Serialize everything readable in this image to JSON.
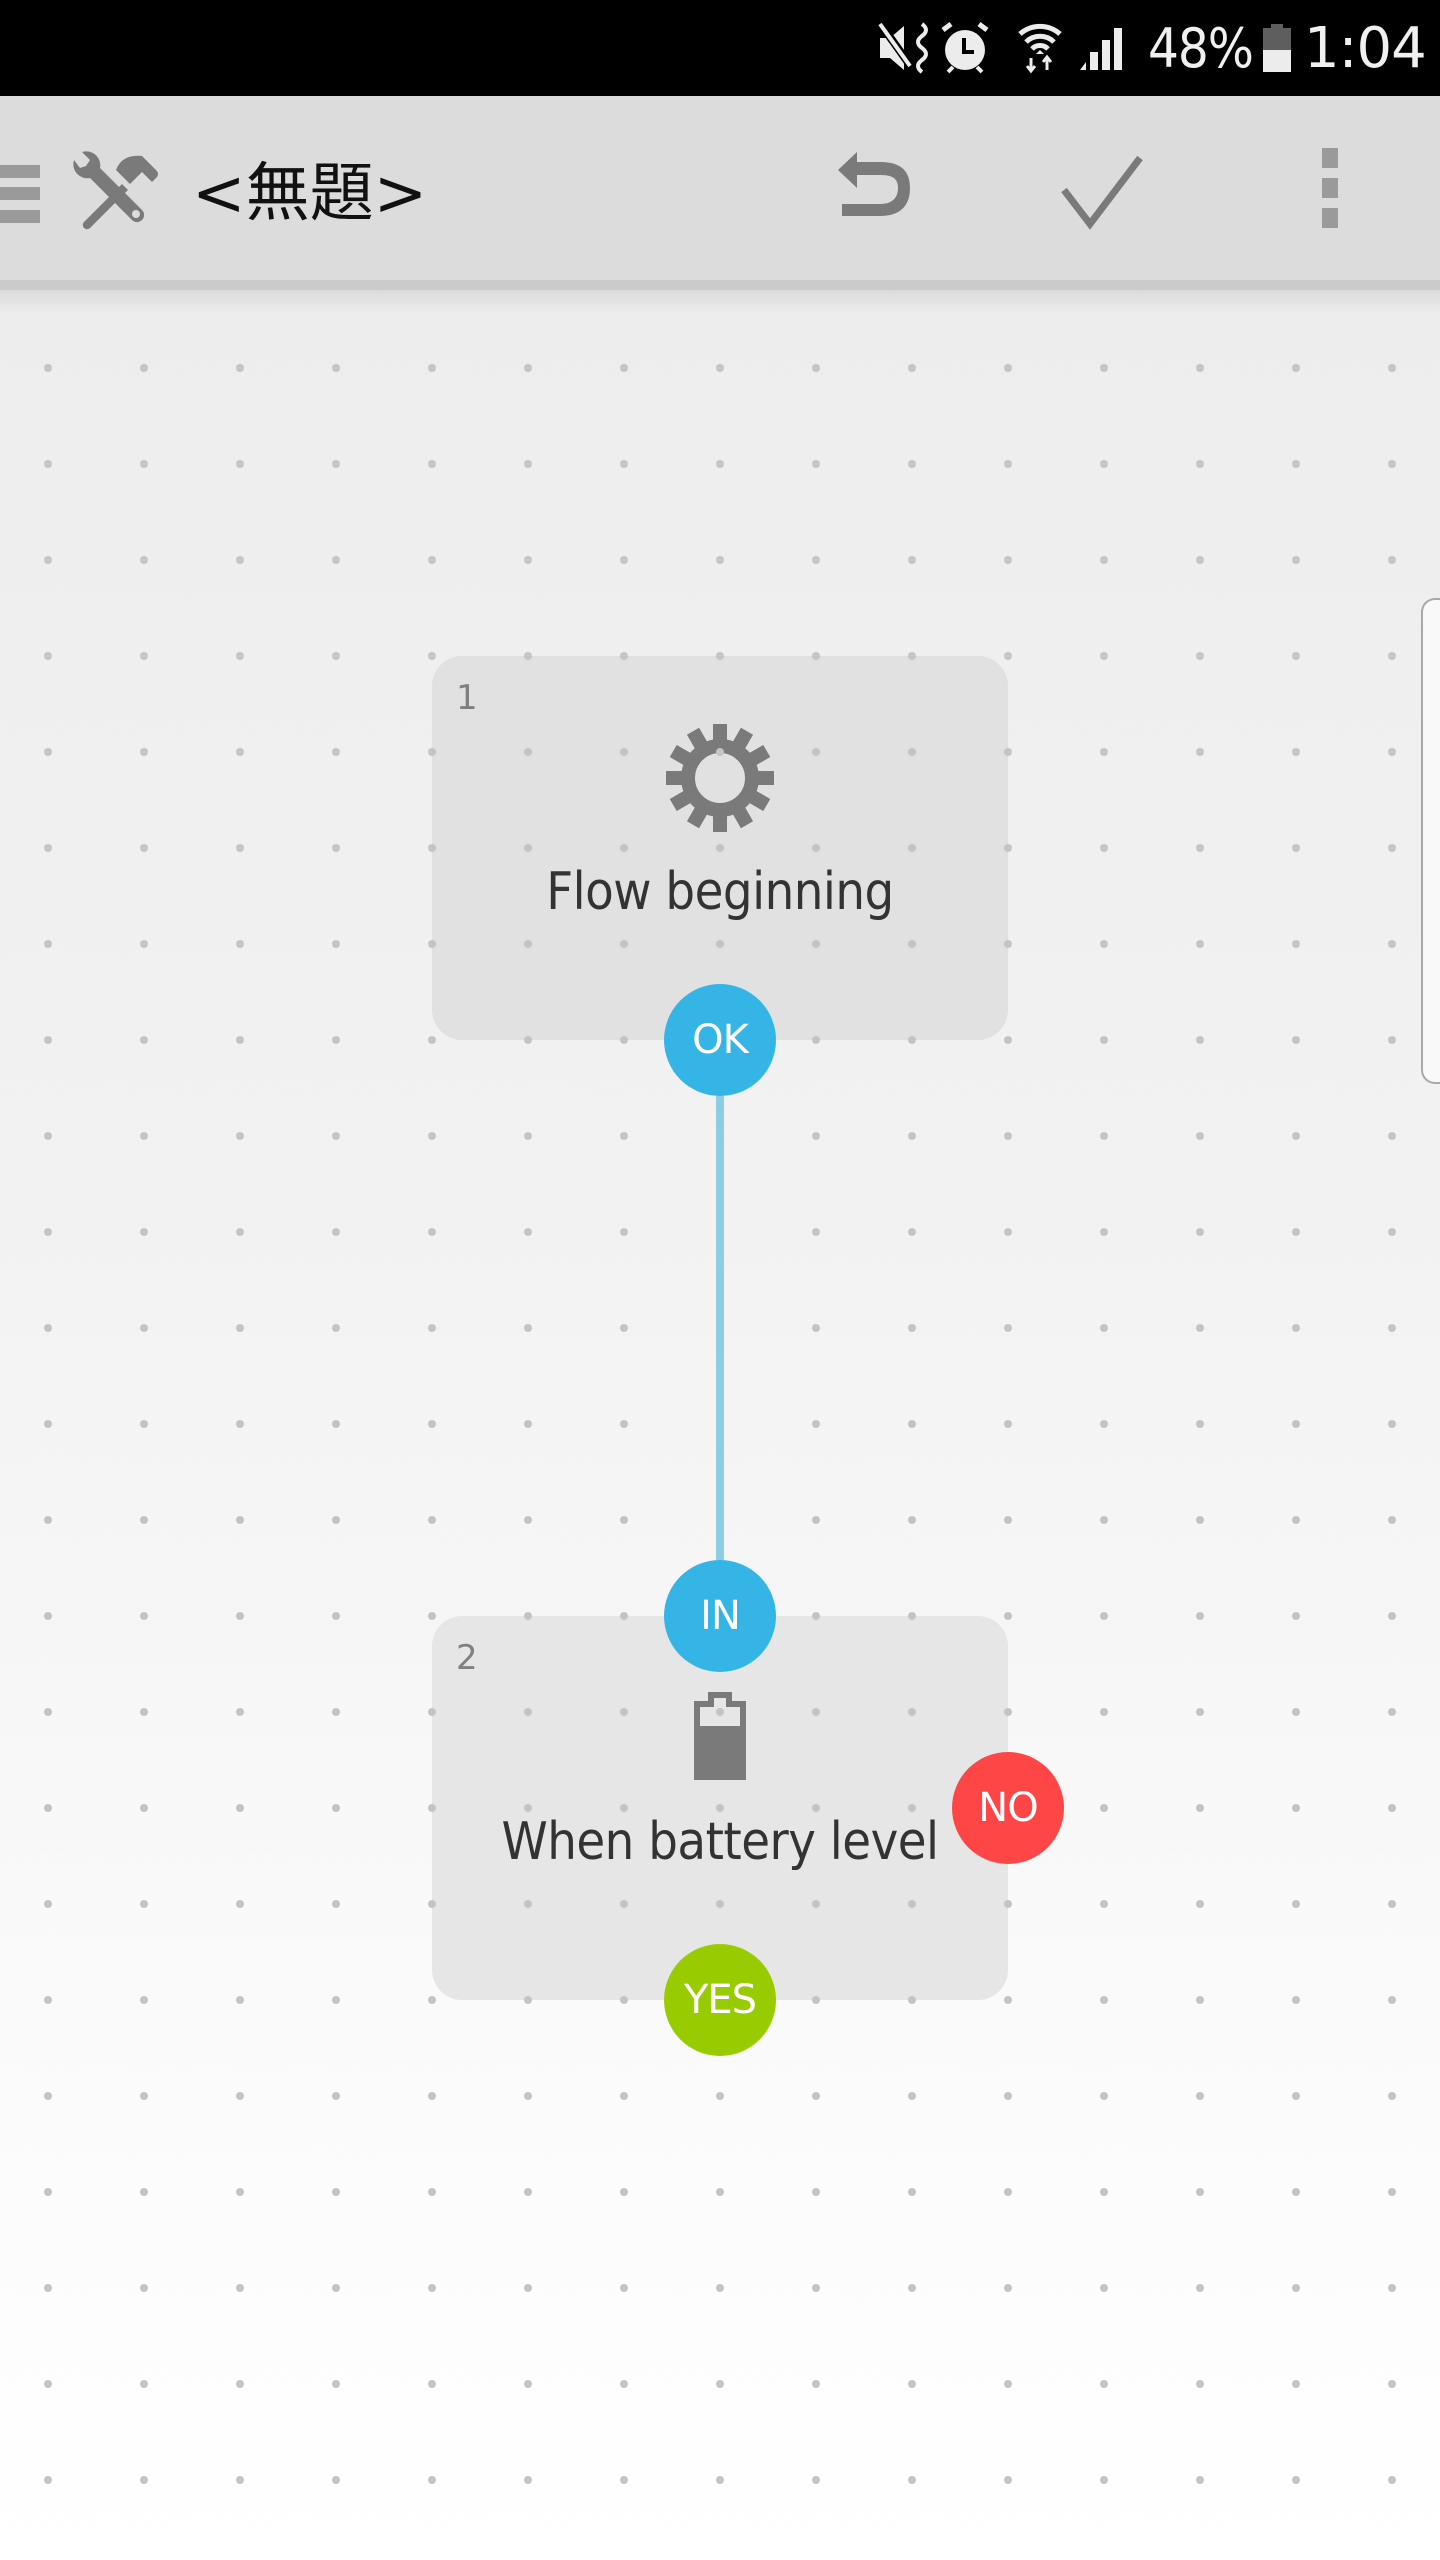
{
  "status_bar": {
    "icons": [
      "mute-vibrate-icon",
      "alarm-icon",
      "wifi-icon",
      "cell-signal-icon",
      "battery-icon"
    ],
    "battery_percent": "48%",
    "battery_level": 0.48,
    "time": "1:04"
  },
  "toolbar": {
    "menu_icon": "hamburger-menu-icon",
    "app_icon": "wrench-hammer-icon",
    "title": "<無題>",
    "actions": [
      {
        "name": "undo",
        "icon": "undo-icon"
      },
      {
        "name": "save",
        "icon": "checkmark-icon"
      },
      {
        "name": "more",
        "icon": "more-vert-icon"
      }
    ]
  },
  "flow": {
    "nodes": [
      {
        "number": "1",
        "label": "Flow beginning",
        "icon": "gear-icon",
        "ports": [
          {
            "id": "ok",
            "label": "OK",
            "color": "#35b5e5"
          }
        ]
      },
      {
        "number": "2",
        "label": "When battery level",
        "icon": "battery-icon",
        "ports": [
          {
            "id": "in",
            "label": "IN",
            "color": "#35b5e5"
          },
          {
            "id": "no",
            "label": "NO",
            "color": "#ff4646"
          },
          {
            "id": "yes",
            "label": "YES",
            "color": "#99cc00"
          }
        ]
      }
    ],
    "connections": [
      {
        "from": "1.OK",
        "to": "2.IN",
        "color": "#8fcde6"
      }
    ]
  }
}
